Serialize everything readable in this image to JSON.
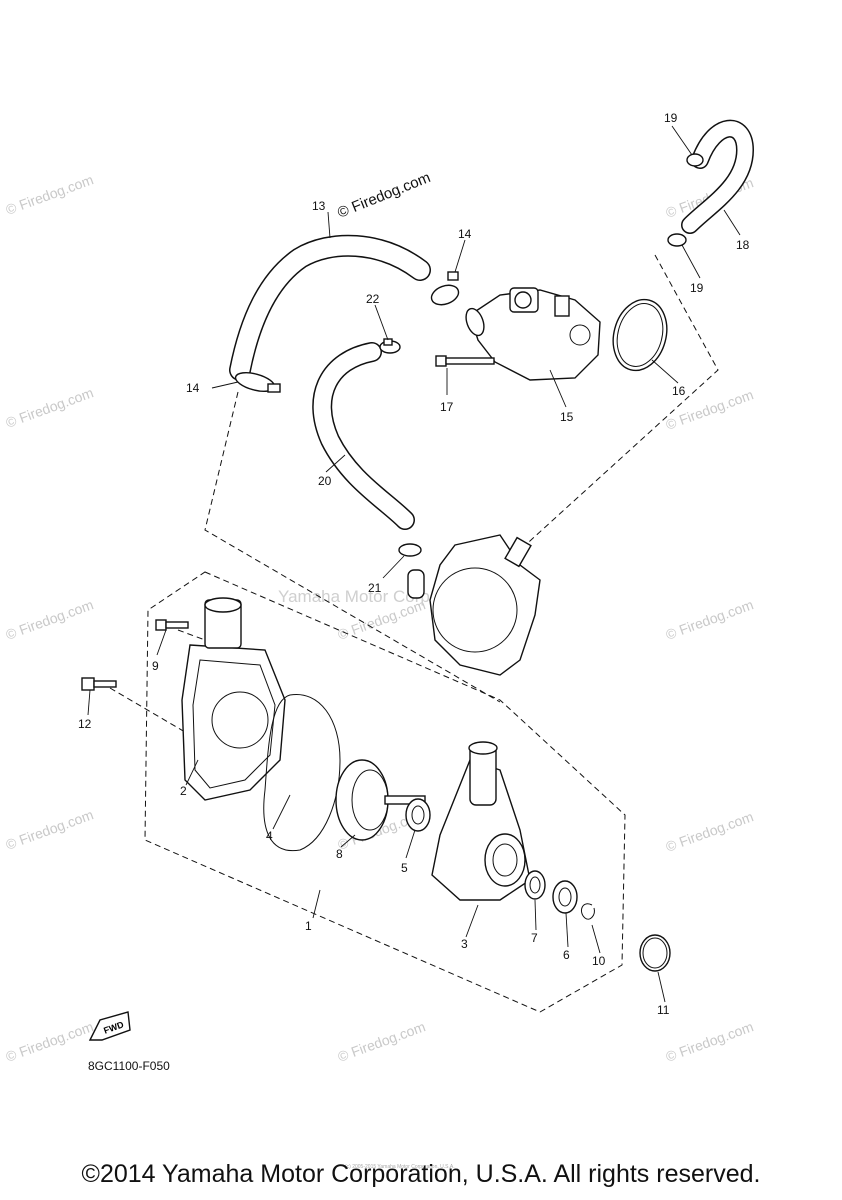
{
  "diagram": {
    "brand_watermark": "© Firedog.com",
    "center_watermark": "Yamaha Motor Corp, U.S.A.",
    "small_copyright": "(c) 2005-2015 Yamaha Motor Corporation, U.S.A.",
    "diagram_code": "8GC1100-F050",
    "fwd_label": "FWD",
    "part_labels": {
      "p1": "1",
      "p2": "2",
      "p3": "3",
      "p4": "4",
      "p5": "5",
      "p6": "6",
      "p7": "7",
      "p8": "8",
      "p9": "9",
      "p10": "10",
      "p11": "11",
      "p12": "12",
      "p13": "13",
      "p14a": "14",
      "p14b": "14",
      "p15": "15",
      "p16": "16",
      "p17": "17",
      "p18": "18",
      "p19a": "19",
      "p19b": "19",
      "p20": "20",
      "p21": "21",
      "p22": "22"
    }
  },
  "footer": {
    "copyright": "©2014 Yamaha Motor Corporation, U.S.A. All rights reserved."
  }
}
